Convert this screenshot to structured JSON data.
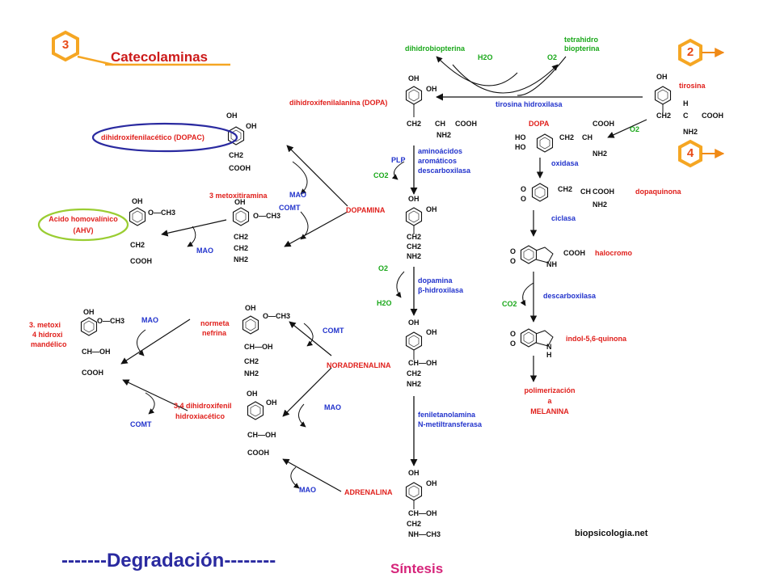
{
  "header": {
    "section_number": "3",
    "title": "Catecolaminas",
    "badge_two": "2",
    "badge_four": "4"
  },
  "cofactors": {
    "dihidrobiopterina": "dihidrobiopterina",
    "h2o_top": "H2O",
    "o2_top": "O2",
    "tetrahidro_l1": "tetrahidro",
    "tetrahidro_l2": "biopterina",
    "tirosina_hidroxilasa": "tirosina hidroxilasa"
  },
  "synthesis": {
    "tirosina": "tirosina",
    "dopa_full": "dihidroxifenilalanina (DOPA)",
    "plp": "PLP",
    "co2_decarb": "CO2",
    "aadc_l1": "aminoácidos",
    "aadc_l2": "aromáticos",
    "aadc_l3": "descarboxilasa",
    "dopamina": "DOPAMINA",
    "o2_dbh": "O2",
    "h2o_dbh": "H2O",
    "dbh_l1": "dopamina",
    "dbh_l2": "β-hidroxilasa",
    "noradrenalina": "NORADRENALINA",
    "pnmt_l1": "feniletanolamina",
    "pnmt_l2": "N-metiltransferasa",
    "adrenalina": "ADRENALINA"
  },
  "melanin": {
    "dopa_short": "DOPA",
    "o2_ox": "O2",
    "oxidasa": "oxidasa",
    "dopaquinona": "dopaquinona",
    "ciclasa": "ciclasa",
    "halocromo": "halocromo",
    "descarboxilasa": "descarboxilasa",
    "co2_mel": "CO2",
    "indol_quinona": "indol-5,6-quinona",
    "polimerizacion_l1": "polimerización",
    "polimerizacion_l2": "a",
    "polimerizacion_l3": "MELANINA"
  },
  "degradation": {
    "dopac": "dihidroxifenilacético (DOPAC)",
    "mao_dopac": "MAO",
    "metoxitiramina": "3 metoxitiramina",
    "comt_mt": "COMT",
    "hva_l1": "Acido homovalínico",
    "hva_l2": "(AHV)",
    "mao_hva": "MAO",
    "normetanefrina_l1": "normeta",
    "normetanefrina_l2": "nefrina",
    "comt_nm": "COMT",
    "mao_vma": "MAO",
    "vma_l1": "3. metoxi",
    "vma_l2": "4 hidroxi",
    "vma_l3": "mandélico",
    "dhpg_l1": "3,4 dihidroxifenil",
    "dhpg_l2": "hidroxiacético",
    "mao_dhpg": "MAO",
    "comt_vma": "COMT",
    "mao_adr": "MAO"
  },
  "chem": {
    "oh": "OH",
    "ch2": "CH2",
    "ch": "CH",
    "cooh": "COOH",
    "nh2": "NH2",
    "och3": "O—CH3",
    "h": "H",
    "c": "C",
    "nh": "NH",
    "o": "O",
    "ho": "HO",
    "n": "N",
    "ch_oh": "CH—OH",
    "nh_ch3": "NH—CH3"
  },
  "footer": {
    "degradacion": "-------Degradación--------",
    "sintesis": "Síntesis",
    "site": "biopsicologia.net"
  },
  "colors": {
    "synthesis_text": "#e0201c",
    "enzyme_text": "#2233cc",
    "cofactor_text": "#1aa81a",
    "badge_orange": "#f5a623",
    "dopac_ring": "#2a2aa0",
    "hva_ring": "#9acd32"
  }
}
